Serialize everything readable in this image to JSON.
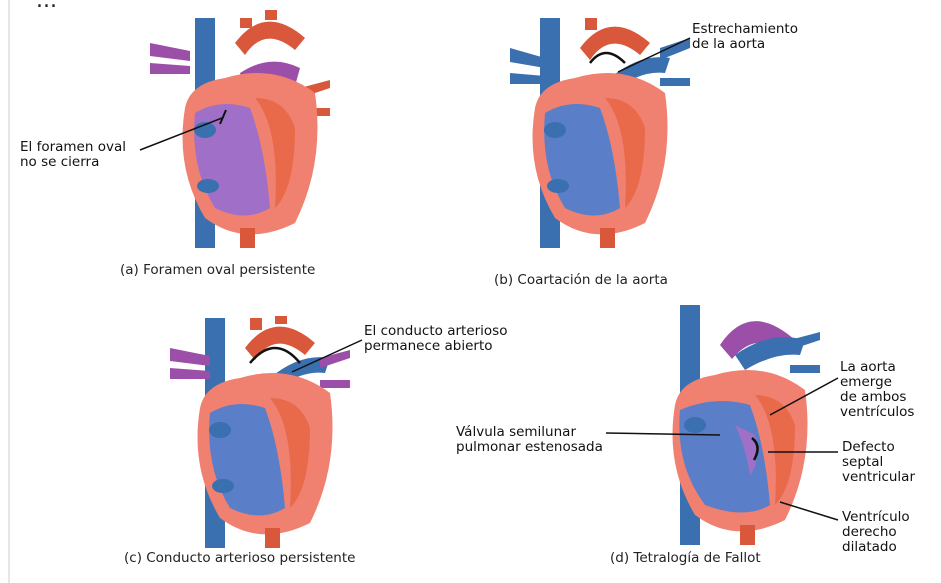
{
  "title_fragment": "...",
  "panels": [
    {
      "caption": "(a) Foramen oval persistente",
      "labels": [
        {
          "lines": [
            "El foramen oval",
            "no se cierra"
          ]
        }
      ]
    },
    {
      "caption": "(b) Coartación de la aorta",
      "labels": [
        {
          "lines": [
            "Estrechamiento",
            "de la aorta"
          ]
        }
      ]
    },
    {
      "caption": "(c) Conducto arterioso persistente",
      "labels": [
        {
          "lines": [
            "El conducto arterioso",
            "permanece abierto"
          ]
        }
      ]
    },
    {
      "caption": "(d) Tetralogía de Fallot",
      "labels": [
        {
          "lines": [
            "La aorta",
            "emerge",
            "de ambos",
            "ventrículos"
          ]
        },
        {
          "lines": [
            "Válvula semilunar",
            "pulmonar estenosada"
          ]
        },
        {
          "lines": [
            "Defecto",
            "septal",
            "ventricular"
          ]
        },
        {
          "lines": [
            "Ventrículo",
            "derecho",
            "dilatado"
          ]
        }
      ]
    }
  ],
  "colors": {
    "vena_cava": "#3a6fb0",
    "aorta": "#d9573a",
    "pulmonary": "#9b4fa8",
    "deoxygenated": "#5a7fc8",
    "heart_wall": "#f08070",
    "heart_chamber_left": "#e96a4a",
    "mixed": "#a070c8"
  }
}
